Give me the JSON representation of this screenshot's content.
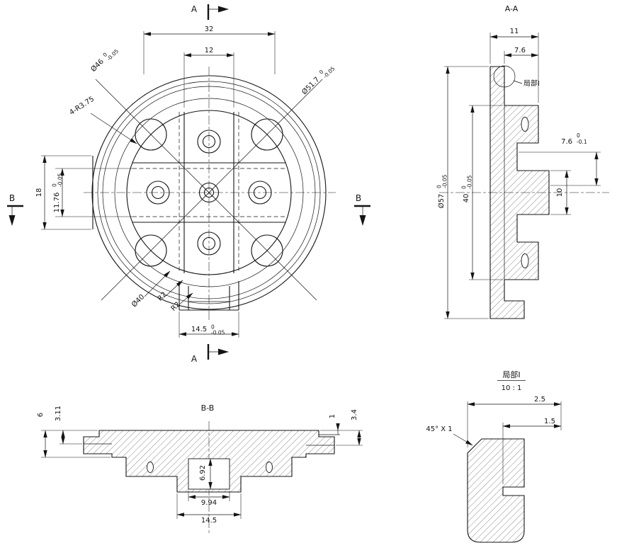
{
  "front": {
    "marker_top": "A",
    "marker_bottom": "A",
    "marker_left": "B",
    "marker_right": "B",
    "dim_32": "32",
    "dim_12": "12",
    "dia46_nom": "Ø46",
    "dia46_hi": "0",
    "dia46_lo": "-0.05",
    "dia517_nom": "Ø51.7",
    "dia517_hi": "0",
    "dia517_lo": "-0.05",
    "lobes": "4-R3.75",
    "dim_18": "18",
    "dim_1176_nom": "11.76",
    "dim_1176_hi": "0",
    "dim_1176_lo": "-0.05",
    "dia40": "Ø40",
    "r2_a": "R2",
    "r2_b": "R2",
    "dim_145_nom": "14.5",
    "dim_145_hi": "0",
    "dim_145_lo": "-0.05"
  },
  "aa": {
    "title": "A-A",
    "dim_11": "11",
    "dim_76": "7.6",
    "dia57_nom": "Ø57",
    "dia57_hi": "0",
    "dia57_lo": "-0.05",
    "dim_40_nom": "40",
    "dim_40_hi": "0",
    "dim_40_lo": "-0.05",
    "dim_76r_nom": "7.6",
    "dim_76r_hi": "0",
    "dim_76r_lo": "-0.1",
    "dim_10": "10",
    "callout": "局部I"
  },
  "bb": {
    "title": "B-B",
    "dim_6": "6",
    "dim_311": "3.11",
    "dim_1": "1",
    "dim_34": "3.4",
    "dim_692": "6.92",
    "dim_994": "9.94",
    "dim_145": "14.5"
  },
  "detail": {
    "title": "局部I",
    "scale": "10 : 1",
    "dim_25": "2.5",
    "dim_15": "1.5",
    "chamfer": "45° X 1"
  }
}
